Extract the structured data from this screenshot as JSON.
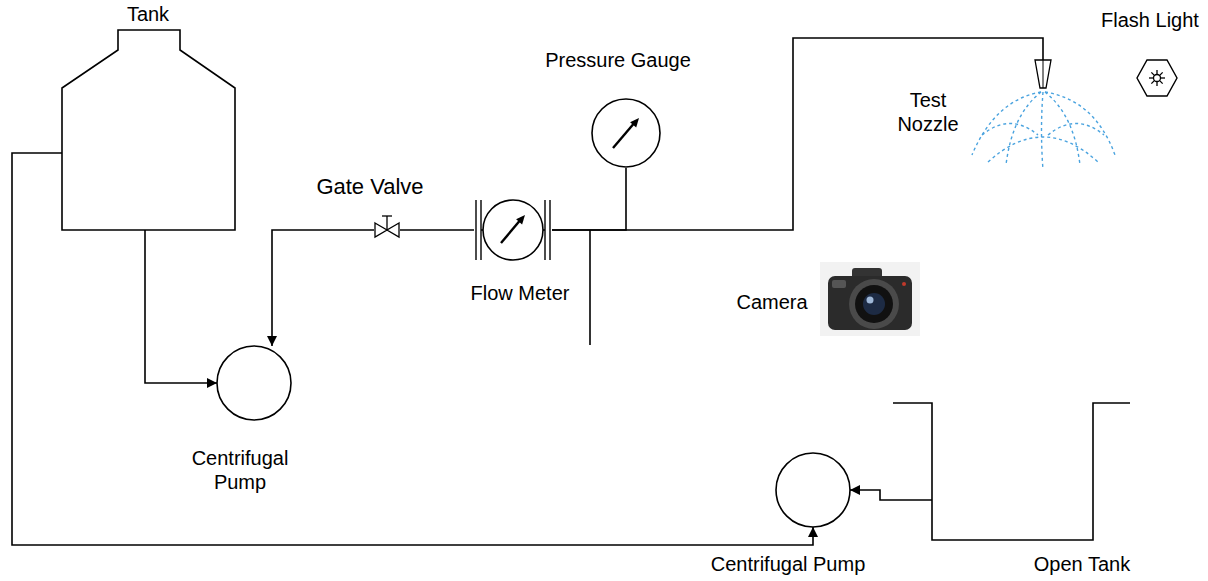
{
  "diagram": {
    "nodes": [
      {
        "text": [
          "Tank"
        ]
      },
      {
        "text": [
          "Pressure Gauge"
        ]
      },
      {
        "text": [
          "Flash Light"
        ]
      },
      {
        "text": [
          "Test Nozzle"
        ]
      },
      {
        "text": [
          "Gate Valve"
        ]
      },
      {
        "text": [
          "Flow Meter"
        ]
      },
      {
        "text": [
          "Camera"
        ]
      },
      {
        "text": [
          "Centrifugal Pump"
        ]
      },
      {
        "text": [
          "Open Tank"
        ]
      },
      {
        "text": [
          "Centrifugal Pump"
        ]
      }
    ],
    "edges": [
      {
        "from": 0,
        "to": 7,
        "arrow": "to"
      },
      {
        "from": 4,
        "to": 7,
        "arrow": "to"
      },
      {
        "from": 4,
        "to": 5,
        "arrow": "none"
      },
      {
        "from": 5,
        "to": 1,
        "arrow": "none"
      },
      {
        "from": 5,
        "to": 3,
        "arrow": "none"
      },
      {
        "from": 8,
        "to": 9,
        "arrow": "to"
      },
      {
        "from": 0,
        "to": 9,
        "arrow": "to"
      }
    ]
  }
}
